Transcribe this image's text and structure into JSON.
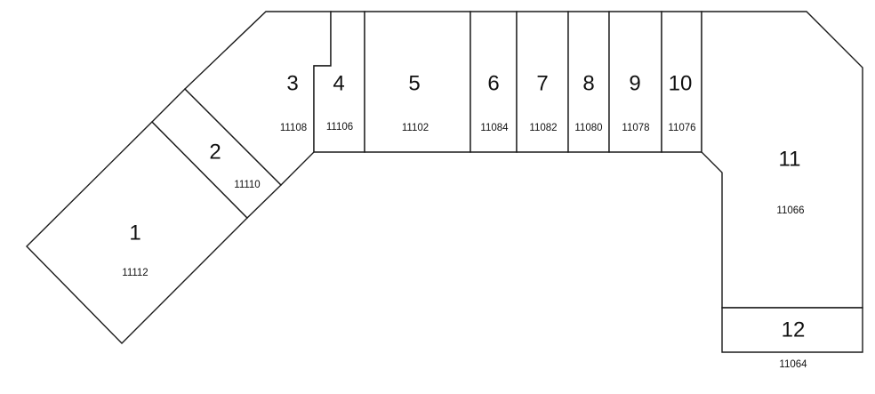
{
  "units": [
    {
      "number": "1",
      "address": "11112"
    },
    {
      "number": "2",
      "address": "11110"
    },
    {
      "number": "3",
      "address": "11108"
    },
    {
      "number": "4",
      "address": "11106"
    },
    {
      "number": "5",
      "address": "11102"
    },
    {
      "number": "6",
      "address": "11084"
    },
    {
      "number": "7",
      "address": "11082"
    },
    {
      "number": "8",
      "address": "11080"
    },
    {
      "number": "9",
      "address": "11078"
    },
    {
      "number": "10",
      "address": "11076"
    },
    {
      "number": "11",
      "address": "11066"
    },
    {
      "number": "12",
      "address": "11064"
    }
  ],
  "colors": {
    "outline": "#1a1a1a",
    "fill": "#ffffff",
    "text": "#111111"
  }
}
